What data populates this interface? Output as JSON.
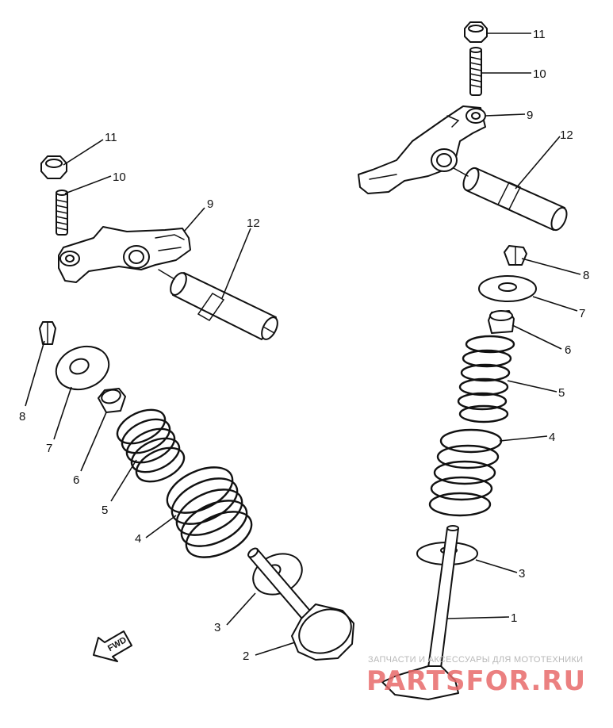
{
  "callouts": {
    "left": {
      "nut": "11",
      "adjuster": "10",
      "rocker_arm": "9",
      "shaft": "12",
      "cotter": "8",
      "retainer": "7",
      "seat": "6",
      "inner_spring": "5",
      "outer_spring": "4",
      "seal": "3",
      "valve": "2"
    },
    "right": {
      "nut": "11",
      "adjuster": "10",
      "rocker_arm": "9",
      "shaft": "12",
      "cotter": "8",
      "retainer": "7",
      "seat": "6",
      "inner_spring": "5",
      "outer_spring": "4",
      "seal": "3",
      "valve": "1"
    }
  },
  "arrow_label": "FWD",
  "watermark": {
    "tagline": "ЗАПЧАСТИ И АКСЕССУАРЫ ДЛЯ МОТОТЕХНИКИ",
    "brand": "PARTSFOR.RU",
    "brand_color": "#e86a6a"
  }
}
